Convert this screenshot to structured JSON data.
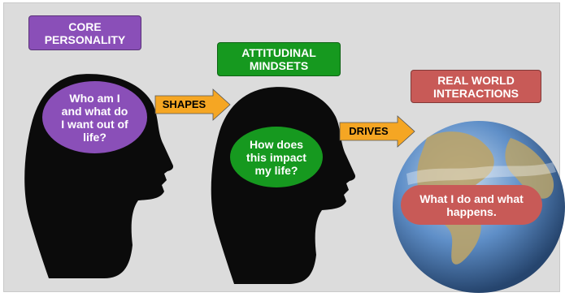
{
  "stages": [
    {
      "label": "CORE\nPERSONALITY",
      "question": "Who am I\nand what do\nI want out of\nlife?",
      "color": "#8a4fb8"
    },
    {
      "label": "ATTITUDINAL\nMINDSETS",
      "question": "How does\nthis impact\nmy life?",
      "color": "#16991f"
    },
    {
      "label": "REAL WORLD\nINTERACTIONS",
      "question": "What I do and what\nhappens.",
      "color": "#c85a57"
    }
  ],
  "connectors": [
    {
      "label": "SHAPES",
      "color": "#f5a623"
    },
    {
      "label": "DRIVES",
      "color": "#f5a623"
    }
  ],
  "colors": {
    "background": "#dcdcdc",
    "silhouette": "#0b0b0b",
    "ocean": "#4a7fbf",
    "land": "#b9a36a"
  },
  "icons": [
    "head-silhouette-icon",
    "head-silhouette-icon",
    "globe-icon",
    "arrow-right-icon"
  ]
}
